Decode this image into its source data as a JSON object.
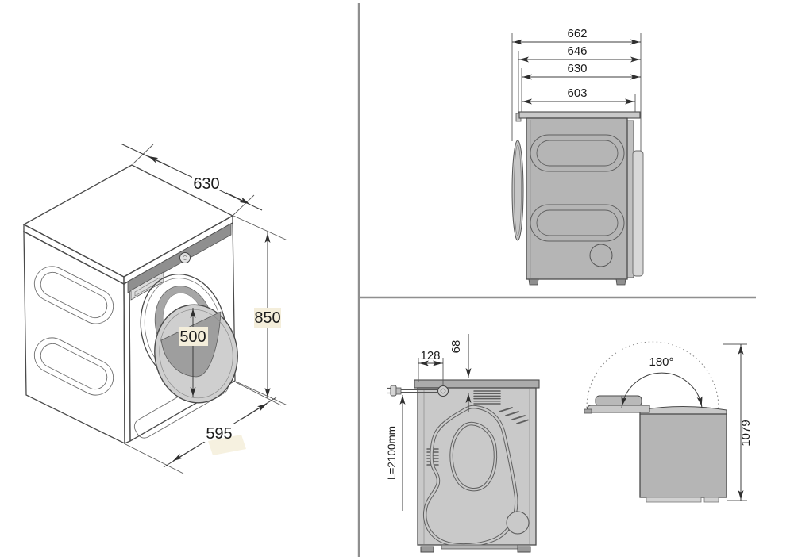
{
  "diagram": {
    "isometric_view": {
      "top_depth": "630",
      "height": "850",
      "door_diameter": "500",
      "width": "595"
    },
    "side_view": {
      "overall_depth": "662",
      "depth_with_lid": "646",
      "body_depth": "630",
      "inner_depth": "603"
    },
    "back_view": {
      "cord_offset_horizontal": "128",
      "cord_offset_vertical": "68",
      "cord_length": "L=2100mm"
    },
    "lid_open_view": {
      "opening_angle": "180°",
      "max_height_lid_open": "1079"
    },
    "colors": {
      "body_gray": "#b5b5b5",
      "panel_light_gray": "#d9d9d9",
      "outline": "#4a4a4a",
      "dimension_line": "#3c3c3c",
      "label_highlight": "#f4eedb",
      "divider_gray": "#8f8f8f",
      "background": "#ffffff"
    }
  }
}
